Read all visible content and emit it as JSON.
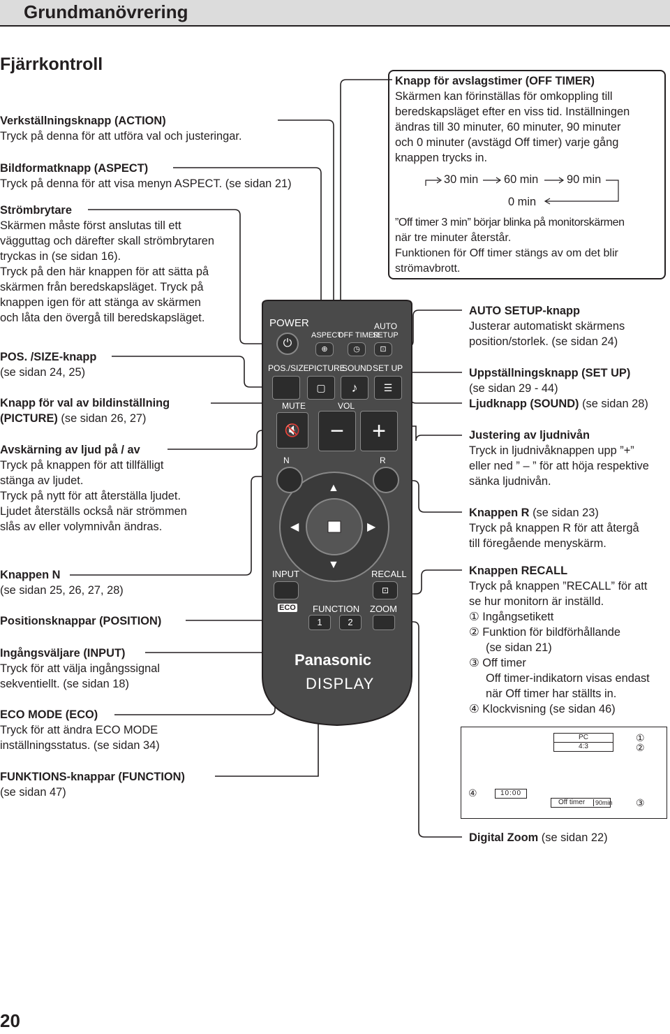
{
  "header": {
    "title": "Grundmanövrering"
  },
  "section_title": "Fjärrkontroll",
  "page_number": "20",
  "left": {
    "action": {
      "title": "Verkställningsknapp (ACTION)",
      "text": "Tryck på denna för att utföra val och justeringar."
    },
    "aspect": {
      "title": "Bildformatknapp (ASPECT)",
      "text": "Tryck på denna för att visa menyn ASPECT. (se sidan 21)"
    },
    "power": {
      "title": "Strömbrytare",
      "lines": [
        "Skärmen måste först anslutas till ett",
        "vägguttag och därefter skall strömbrytaren",
        "tryckas in (se sidan 16).",
        "Tryck på den här knappen för att sätta på",
        "skärmen från beredskapsläget. Tryck på",
        "knappen igen för att stänga av skärmen",
        "och låta den övergå till beredskapsläget."
      ]
    },
    "possize": {
      "title": "POS. /SIZE-knapp",
      "text": "(se sidan 24, 25)"
    },
    "picture": {
      "title": "Knapp för val av bildinställning",
      "title2": "(PICTURE)",
      "text": " (se sidan 26, 27)"
    },
    "mute": {
      "title": "Avskärning av ljud på / av",
      "lines": [
        "Tryck på knappen för att tillfälligt",
        "stänga av ljudet.",
        "Tryck på nytt för att återställa ljudet.",
        "Ljudet återställs också när strömmen",
        "slås av eller volymnivån ändras."
      ]
    },
    "n": {
      "title": "Knappen N",
      "text": "(se sidan 25, 26, 27, 28)"
    },
    "position": {
      "title": "Positionsknappar (POSITION)"
    },
    "input": {
      "title": "Ingångsväljare (INPUT)",
      "lines": [
        "Tryck för att välja ingångssignal",
        "sekventiellt. (se sidan 18)"
      ]
    },
    "eco": {
      "title": "ECO MODE (ECO)",
      "lines": [
        "Tryck för att ändra ECO MODE",
        "inställningsstatus. (se sidan 34)"
      ]
    },
    "function": {
      "title": "FUNKTIONS-knappar (FUNCTION)",
      "text": "(se sidan 47)"
    }
  },
  "right": {
    "offtimer": {
      "title": "Knapp för avslagstimer (OFF TIMER)",
      "lines": [
        "Skärmen kan förinställas för omkoppling till",
        "beredskapsläget efter en viss tid. Inställningen",
        "ändras till 30 minuter, 60 minuter, 90 minuter",
        "och 0 minuter (avstägd Off timer) varje gång",
        "knappen trycks in."
      ],
      "cycle": [
        "30 min",
        "60 min",
        "90 min",
        "0 min"
      ],
      "note_lines": [
        "”Off timer 3 min” börjar blinka på monitorskärmen",
        "när tre minuter återstår.",
        "Funktionen för Off timer stängs av om det blir",
        "strömavbrott."
      ]
    },
    "autosetup": {
      "title": "AUTO SETUP-knapp",
      "lines": [
        "Justerar automatiskt skärmens",
        "position/storlek. (se sidan 24)"
      ]
    },
    "setup": {
      "title": "Uppställningsknapp (SET UP)",
      "text": "(se sidan 29 - 44)"
    },
    "sound": {
      "title": "Ljudknapp (SOUND)",
      "text": " (se sidan 28)"
    },
    "volume": {
      "title": "Justering av ljudnivån",
      "lines": [
        "Tryck in ljudnivåknappen upp ”+”",
        "eller ned ” – ” för att höja respektive",
        "sänka ljudnivån."
      ]
    },
    "r": {
      "title": "Knappen R",
      "text": " (se sidan 23)",
      "lines": [
        "Tryck på knappen R för att återgå",
        "till föregående menyskärm."
      ]
    },
    "recall": {
      "title": "Knappen RECALL",
      "lines": [
        "Tryck på knappen ”RECALL” för att",
        "se hur monitorn är inställd."
      ],
      "items": [
        {
          "num": "1",
          "text": "Ingångsetikett"
        },
        {
          "num": "2",
          "text": "Funktion för bildförhållande",
          "text2": "(se sidan 21)"
        },
        {
          "num": "3",
          "text": "Off timer",
          "text2": "Off timer-indikatorn visas endast",
          "text3": "när Off timer har ställts in."
        },
        {
          "num": "4",
          "text": "Klockvisning (se sidan 46)"
        }
      ],
      "screen": {
        "input": "PC",
        "aspect": "4:3",
        "clock": "10:00",
        "timer_label": "Off timer",
        "timer_value": "90min",
        "n1": "1",
        "n2": "2",
        "n3": "3",
        "n4": "4"
      }
    },
    "zoom": {
      "title": "Digital Zoom",
      "text": " (se sidan 22)"
    }
  },
  "remote": {
    "power": "POWER",
    "auto": "AUTO",
    "aspect": "ASPECT",
    "offtimer": "OFF TIMER",
    "setup_top": "SETUP",
    "possize": "POS./SIZE",
    "picture": "PICTURE",
    "sound": "SOUND",
    "setup": "SET UP",
    "mute": "MUTE",
    "vol": "VOL",
    "n": "N",
    "r": "R",
    "input": "INPUT",
    "recall": "RECALL",
    "eco": "ECO",
    "function": "FUNCTION",
    "zoom": "ZOOM",
    "f1": "1",
    "f2": "2",
    "brand": "Panasonic",
    "display": "DISPLAY"
  }
}
